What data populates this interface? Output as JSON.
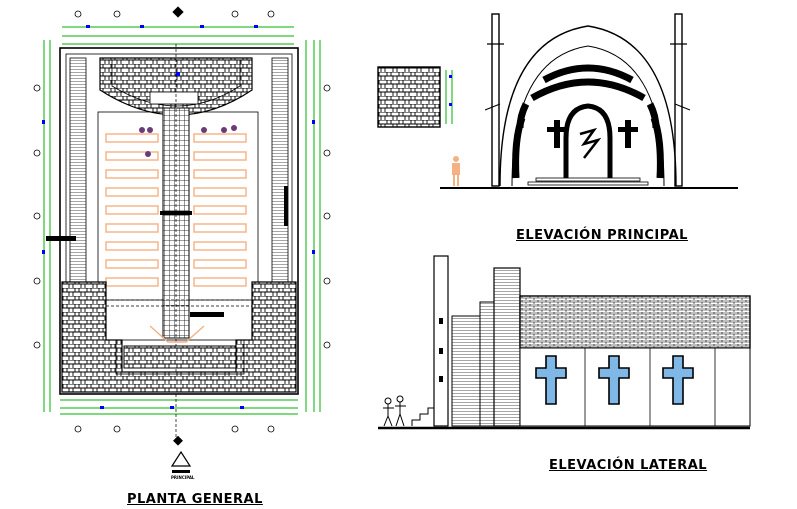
{
  "drawing": {
    "plan_title": "PLANTA GENERAL",
    "front_elevation_title": "ELEVACIÓN PRINCIPAL",
    "side_elevation_title": "ELEVACIÓN LATERAL",
    "entrance_label": "PRINCIPAL"
  },
  "colors": {
    "line": "#000000",
    "dimension": "#00b000",
    "marker": "#0000ff",
    "furniture": "#f4b183",
    "glass": "#7fb8e6"
  }
}
